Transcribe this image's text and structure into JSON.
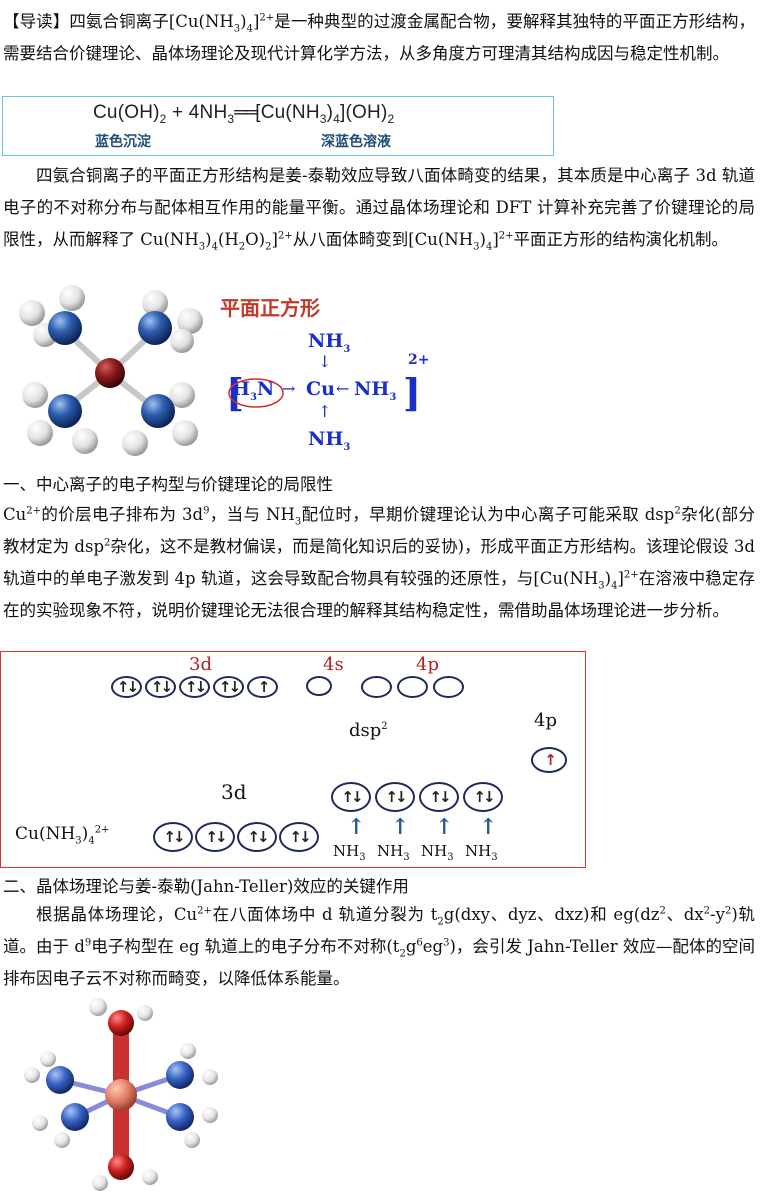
{
  "intro": {
    "prefix": "【导读】",
    "text_a": "四氨合铜离子[Cu(NH",
    "text_b": ")",
    "text_c": "]",
    "text_d": "是一种典型的过渡金属配合物，要解释其独特的平面正方形结构，需要结合价键理论、晶体场理论及现代计算化学方法，从多角度方可理清其结构成因与稳定性机制。",
    "sub3": "3",
    "sub4": "4",
    "sup2": "2+"
  },
  "equation": {
    "left": "Cu(OH)",
    "plus": " + 4NH",
    "equals": "══",
    "right_a": "[Cu(NH",
    "right_b": ")",
    "right_c": "](OH)",
    "sub2": "2",
    "sub3": "3",
    "sub4": "4",
    "label_left": "蓝色沉淀",
    "label_right": "深蓝色溶液"
  },
  "para1": {
    "a": "四氨合铜离子的平面正方形结构是姜-泰勒效应导致八面体畸变的结果，其本质是中心离子 3d 轨道电子的不对称分布与配体相互作用的能量平衡。通过晶体场理论和 DFT 计算补充完善了价键理论的局限性，从而解释了 Cu(NH",
    "b": ")",
    "c": "(H",
    "d": "O)",
    "e": "]",
    "f": "从八面体畸变到[Cu(NH",
    "g": ")",
    "h": "]",
    "i": "平面正方形的结构演化机制。",
    "sub3": "3",
    "sub4": "4",
    "sub2": "2",
    "sup2": "2+"
  },
  "structure": {
    "title": "平面正方形",
    "nh3": "NH",
    "sub3": "3",
    "cu": "Cu",
    "h3n_h": "H",
    "h3n_n": "N",
    "charge": "2+"
  },
  "section1": {
    "heading": "一、中心离子的电子构型与价键理论的局限性",
    "a": "Cu",
    "sup2": "2+",
    "b": "的价层电子排布为 3d",
    "sup9": "9",
    "c": "，当与 NH",
    "sub3": "3",
    "d": "配位时，早期价键理论认为中心离子可能采取 dsp",
    "sup2b": "2",
    "e": "杂化(部分教材定为 dsp",
    "f": "杂化，这不是教材偏误，而是简化知识后的妥协)，形成平面正方形结构。该理论假设 3d 轨道中的单电子激发到 4p 轨道，这会导致配合物具有较强的还原性，与[Cu(NH",
    "g": ")",
    "sub4": "4",
    "h": "]",
    "i": "在溶液中稳定存在的实验现象不符，说明价键理论无法很合理的解释其结构稳定性，需借助晶体场理论进一步分析。"
  },
  "orbital_diagram": {
    "label_3d_top": "3d",
    "label_4s": "4s",
    "label_4p": "4p",
    "label_dsp2": "dsp",
    "sup2": "2",
    "label_4p_right": "4p",
    "label_3d_mid": "3d",
    "complex_a": "Cu(NH",
    "complex_sub": "3",
    "complex_b": ")",
    "complex_sub4": "4",
    "complex_sup": "2+",
    "ligand": "NH",
    "ligand_sub": "3",
    "up_down": "↑↓",
    "up": "↑"
  },
  "section2": {
    "heading": "二、晶体场理论与姜-泰勒(Jahn-Teller)效应的关键作用",
    "a": "根据晶体场理论，Cu",
    "sup2": "2+",
    "b": "在八面体场中 d 轨道分裂为 t",
    "sub2": "2",
    "c": "g(dxy、dyz、dxz)和 eg(dz",
    "sup2b": "2",
    "d": "、dx",
    "e": "-y",
    "f": ")轨道。由于 d",
    "sup9": "9",
    "g": "电子构型在 eg 轨道上的电子分布不对称(t",
    "h": "g",
    "sup6": "6",
    "i": "eg",
    "sup3": "3",
    "j": ")，会引发 Jahn-Teller 效应—配体的空间排布因电子云不对称而畸变，以降低体系能量。"
  },
  "colors": {
    "orbital_border": "#1f2a5a",
    "arrow_blue": "#2a5a9a",
    "arrow_red": "#b22222",
    "label_red": "#b22222",
    "bracket_blue": "#1a2ec8",
    "box_red": "#d33333",
    "eq_box": "#68c2e0"
  }
}
